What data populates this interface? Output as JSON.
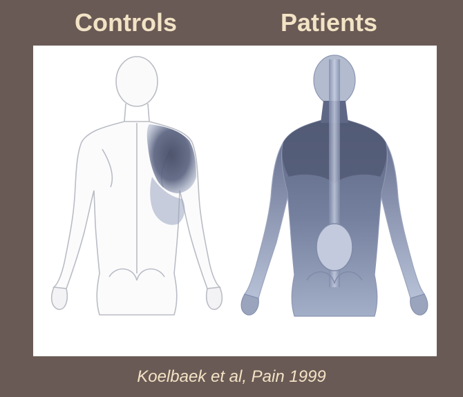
{
  "slide": {
    "heading_controls": "Controls",
    "heading_patients": "Patients",
    "citation": "Koelbaek et al, Pain 1999"
  },
  "colors": {
    "background": "#6a5a55",
    "heading_text": "#f2e3c6",
    "panel": "#ffffff",
    "outline": "#b9bcc4",
    "pain_dark": "#4f5770",
    "pain_light": "#8e9ab6"
  },
  "figures": [
    {
      "label_ref": "heading_controls",
      "pain_regions": [
        "right-shoulder",
        "upper-back-right"
      ]
    },
    {
      "label_ref": "heading_patients",
      "pain_regions": [
        "neck",
        "upper-back",
        "shoulders",
        "arms",
        "lower-back"
      ]
    }
  ]
}
